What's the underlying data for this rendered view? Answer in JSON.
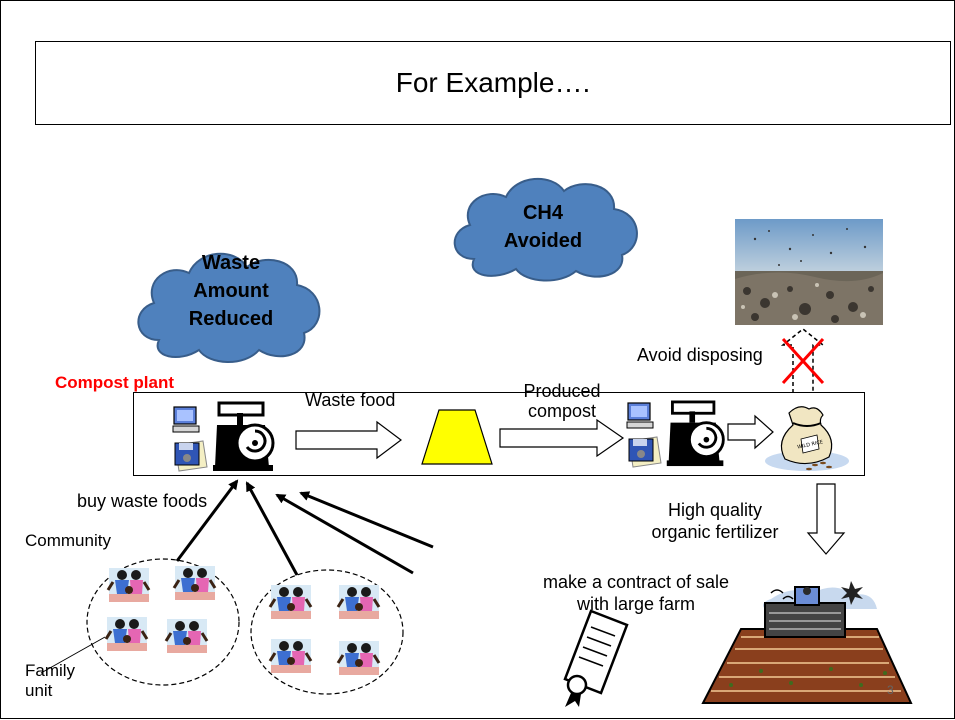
{
  "title": "For Example….",
  "clouds": {
    "waste": [
      "Waste",
      "Amount",
      "Reduced"
    ],
    "ch4": [
      "CH4",
      "Avoided"
    ]
  },
  "labels": {
    "compost_plant": "Compost plant",
    "waste_food": "Waste food",
    "produced_compost": [
      "Produced",
      "compost"
    ],
    "avoid_disposing": "Avoid disposing",
    "buy_waste_foods": "buy waste foods",
    "community": "Community",
    "family_unit": [
      "Family",
      "unit"
    ],
    "high_quality": [
      "High quality",
      "organic fertilizer"
    ],
    "contract": [
      "make a contract of sale",
      "with large farm"
    ],
    "bag_text": "WILD RICE"
  },
  "colors": {
    "cloud_fill": "#4f81bd",
    "cloud_stroke": "#385d8a",
    "trapezoid": "#ffff00",
    "red_text": "#ff0000"
  },
  "page_number": "3"
}
